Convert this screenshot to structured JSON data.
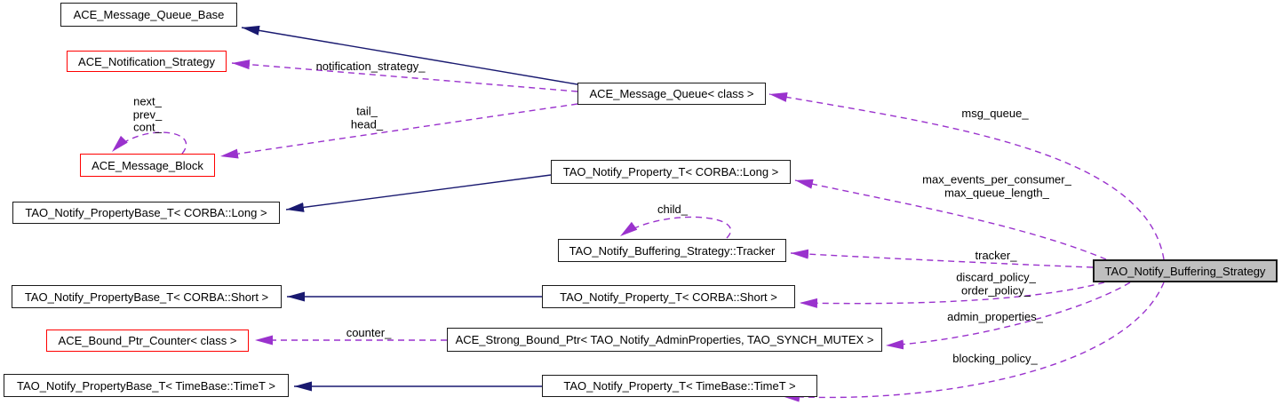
{
  "diagram": {
    "kind": "doxygen-collaboration-graph",
    "focus_class": "TAO_Notify_Buffering_Strategy",
    "colors": {
      "background": "#ffffff",
      "inheritance_edge": "#191970",
      "usage_edge": "#9a32cd",
      "node_border": "#1a1a1a",
      "external_node_border": "#ff0000",
      "focus_node_fill": "#bfbfbf",
      "node_fill": "#ffffff"
    }
  },
  "nodes": {
    "message_queue_base": {
      "label": "ACE_Message_Queue_Base"
    },
    "notification_strategy": {
      "label": "ACE_Notification_Strategy"
    },
    "message_block": {
      "label": "ACE_Message_Block"
    },
    "propbase_long": {
      "label": "TAO_Notify_PropertyBase_T< CORBA::Long >"
    },
    "propbase_short": {
      "label": "TAO_Notify_PropertyBase_T< CORBA::Short >"
    },
    "bound_ptr_counter": {
      "label": "ACE_Bound_Ptr_Counter< class >"
    },
    "propbase_timet": {
      "label": "TAO_Notify_PropertyBase_T< TimeBase::TimeT >"
    },
    "message_queue": {
      "label": "ACE_Message_Queue< class >"
    },
    "prop_long": {
      "label": "TAO_Notify_Property_T< CORBA::Long >"
    },
    "tracker": {
      "label": "TAO_Notify_Buffering_Strategy::Tracker"
    },
    "prop_short": {
      "label": "TAO_Notify_Property_T< CORBA::Short >"
    },
    "strong_bound_ptr": {
      "label": "ACE_Strong_Bound_Ptr< TAO_Notify_AdminProperties, TAO_SYNCH_MUTEX >"
    },
    "prop_timet": {
      "label": "TAO_Notify_Property_T< TimeBase::TimeT >"
    },
    "buffering_strategy": {
      "label": "TAO_Notify_Buffering_Strategy"
    }
  },
  "edge_labels": {
    "notification_strategy": "notification_strategy_",
    "block_self": [
      "next_",
      "prev_",
      "cont_"
    ],
    "queue_block": [
      "tail_",
      "head_"
    ],
    "msg_queue": "msg_queue_",
    "max_events": [
      "max_events_per_consumer_",
      "max_queue_length_"
    ],
    "child": "child_",
    "tracker": "tracker_",
    "discard_order": [
      "discard_policy_",
      "order_policy_"
    ],
    "admin_properties": "admin_properties_",
    "counter": "counter_",
    "blocking_policy": "blocking_policy_"
  },
  "edges": [
    {
      "from": "message_queue",
      "to": "message_queue_base",
      "type": "inheritance"
    },
    {
      "from": "prop_long",
      "to": "propbase_long",
      "type": "inheritance"
    },
    {
      "from": "prop_short",
      "to": "propbase_short",
      "type": "inheritance"
    },
    {
      "from": "prop_timet",
      "to": "propbase_timet",
      "type": "inheritance"
    },
    {
      "from": "message_queue",
      "to": "notification_strategy",
      "type": "usage",
      "label": "notification_strategy_"
    },
    {
      "from": "message_queue",
      "to": "message_block",
      "type": "usage",
      "label": "tail_ head_"
    },
    {
      "from": "message_block",
      "to": "message_block",
      "type": "usage",
      "label": "next_ prev_ cont_"
    },
    {
      "from": "buffering_strategy",
      "to": "message_queue",
      "type": "usage",
      "label": "msg_queue_"
    },
    {
      "from": "buffering_strategy",
      "to": "prop_long",
      "type": "usage",
      "label": "max_events_per_consumer_ max_queue_length_"
    },
    {
      "from": "tracker",
      "to": "tracker",
      "type": "usage",
      "label": "child_"
    },
    {
      "from": "buffering_strategy",
      "to": "tracker",
      "type": "usage",
      "label": "tracker_"
    },
    {
      "from": "buffering_strategy",
      "to": "prop_short",
      "type": "usage",
      "label": "discard_policy_ order_policy_"
    },
    {
      "from": "buffering_strategy",
      "to": "strong_bound_ptr",
      "type": "usage",
      "label": "admin_properties_"
    },
    {
      "from": "strong_bound_ptr",
      "to": "bound_ptr_counter",
      "type": "usage",
      "label": "counter_"
    },
    {
      "from": "buffering_strategy",
      "to": "prop_timet",
      "type": "usage",
      "label": "blocking_policy_"
    }
  ]
}
